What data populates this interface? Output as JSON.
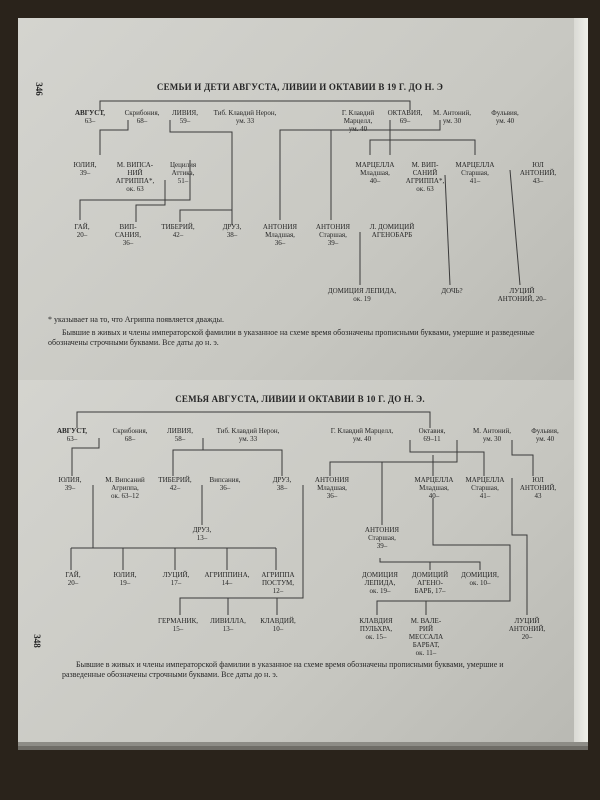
{
  "top_page": {
    "page_number": "346",
    "title": "СЕМЬИ И ДЕТИ АВГУСТА, ЛИВИИ И ОКТАВИИ В 19 Г. ДО Н. Э",
    "nodes": [
      {
        "name": "АВГУСТ,",
        "detail": "63–"
      },
      {
        "name": "Скрибония,",
        "detail": "68–"
      },
      {
        "name": "ЛИВИЯ,",
        "detail": "59–"
      },
      {
        "name": "Тиб. Клавдий Нерон,",
        "detail": "ум. 33"
      },
      {
        "name": "Г. Клавдий",
        "detail": "Марцелл,\nум. 40"
      },
      {
        "name": "ОКТАВИЯ,",
        "detail": "69–"
      },
      {
        "name": "М. Антоний,",
        "detail": "ум. 30"
      },
      {
        "name": "Фульвия,",
        "detail": "ум. 40"
      },
      {
        "name": "ЮЛИЯ,",
        "detail": "39–"
      },
      {
        "name": "М. ВИПСА-\nНИЙ\nАГРИППА*,",
        "detail": "ок. 63"
      },
      {
        "name": "Цецилия",
        "detail": "Аттика,\n51–"
      },
      {
        "name": "МАРЦЕЛЛА",
        "detail": "Младшая,\n40–"
      },
      {
        "name": "М. ВИП-\nСАНИЙ\nАГРИППА*,",
        "detail": "ок. 63"
      },
      {
        "name": "МАРЦЕЛЛА",
        "detail": "Старшая,\n41–"
      },
      {
        "name": "ЮЛ\nАНТОНИЙ,",
        "detail": "43–"
      },
      {
        "name": "ГАЙ,",
        "detail": "20–"
      },
      {
        "name": "ВИП-\nСАНИЯ,",
        "detail": "36–"
      },
      {
        "name": "ТИБЕРИЙ,",
        "detail": "42–"
      },
      {
        "name": "ДРУЗ,",
        "detail": "38–"
      },
      {
        "name": "АНТОНИЯ",
        "detail": "Младшая,\n36–"
      },
      {
        "name": "АНТОНИЯ",
        "detail": "Старшая,\n39–"
      },
      {
        "name": "Л. ДОМИЦИЙ\nАГЕНОБАРБ",
        "detail": ""
      },
      {
        "name": "ДОМИЦИЯ ЛЕПИДА,",
        "detail": "ок. 19"
      },
      {
        "name": "ДОЧЬ?",
        "detail": ""
      },
      {
        "name": "ЛУЦИЙ\nАНТОНИЙ, 20–",
        "detail": ""
      }
    ],
    "footnote": "* указывает на то, что Агриппа появляется дважды.",
    "paragraph": "Бывшие в живых и члены императорской фамилии в указанное на схеме время обозначены прописными буквами, умершие и разведенные обозначены строчными буквами. Все даты до н. э."
  },
  "bottom_page": {
    "page_number": "348",
    "title": "СЕМЬЯ АВГУСТА, ЛИВИИ И ОКТАВИИ В 10 Г. ДО Н. Э.",
    "nodes": [
      {
        "name": "АВГУСТ,",
        "detail": "63–"
      },
      {
        "name": "Скрибония,",
        "detail": "68–"
      },
      {
        "name": "ЛИВИЯ,",
        "detail": "58–"
      },
      {
        "name": "Тиб. Клавдий Нерон,",
        "detail": "ум. 33"
      },
      {
        "name": "Г. Клавдий Марцелл,",
        "detail": "ум. 40"
      },
      {
        "name": "Октавия,",
        "detail": "69–11"
      },
      {
        "name": "М. Антоний,",
        "detail": "ум. 30"
      },
      {
        "name": "Фульвия,",
        "detail": "ум. 40"
      },
      {
        "name": "ЮЛИЯ,",
        "detail": "39–"
      },
      {
        "name": "М. Випсаний",
        "detail": "Агриппа,\nок. 63–12"
      },
      {
        "name": "ТИБЕРИЙ,",
        "detail": "42–"
      },
      {
        "name": "Випсания,",
        "detail": "36–"
      },
      {
        "name": "ДРУЗ,",
        "detail": "38–"
      },
      {
        "name": "АНТОНИЯ",
        "detail": "Младшая,\n36–"
      },
      {
        "name": "МАРЦЕЛЛА",
        "detail": "Младшая,\n40–"
      },
      {
        "name": "МАРЦЕЛЛА",
        "detail": "Старшая,\n41–"
      },
      {
        "name": "ЮЛ\nАНТОНИЙ,",
        "detail": "43"
      },
      {
        "name": "ДРУЗ,",
        "detail": "13–"
      },
      {
        "name": "АНТОНИЯ",
        "detail": "Старшая,\n39–"
      },
      {
        "name": "ГАЙ,",
        "detail": "20–"
      },
      {
        "name": "ЮЛИЯ,",
        "detail": "19–"
      },
      {
        "name": "ЛУЦИЙ,",
        "detail": "17–"
      },
      {
        "name": "АГРИППИНА,",
        "detail": "14–"
      },
      {
        "name": "АГРИППА\nПОСТУМ,",
        "detail": "12–"
      },
      {
        "name": "ДОМИЦИЯ\nЛЕПИДА,",
        "detail": "ок. 19–"
      },
      {
        "name": "ДОМИЦИЙ\nАГЕНО-\nБАРБ, 17–",
        "detail": ""
      },
      {
        "name": "ДОМИЦИЯ,",
        "detail": "ок. 10–"
      },
      {
        "name": "ГЕРМАНИК,",
        "detail": "15–"
      },
      {
        "name": "ЛИВИЛЛА,",
        "detail": "13–"
      },
      {
        "name": "КЛАВДИЙ,",
        "detail": "10–"
      },
      {
        "name": "КЛАВДИЯ\nПУЛЬХРА,",
        "detail": "ок. 15–"
      },
      {
        "name": "М. ВАЛЕ-\nРИЙ\nМЕССАЛА\nБАРБАТ,",
        "detail": "ок. 11–"
      },
      {
        "name": "ЛУЦИЙ\nАНТОНИЙ,",
        "detail": "20–"
      }
    ],
    "paragraph": "Бывшие в живых и члены императорской фамилии в указанное на схеме время обозначены прописными буквами, умершие и разведенные обозначены строчными буквами. Все даты до н. э."
  }
}
